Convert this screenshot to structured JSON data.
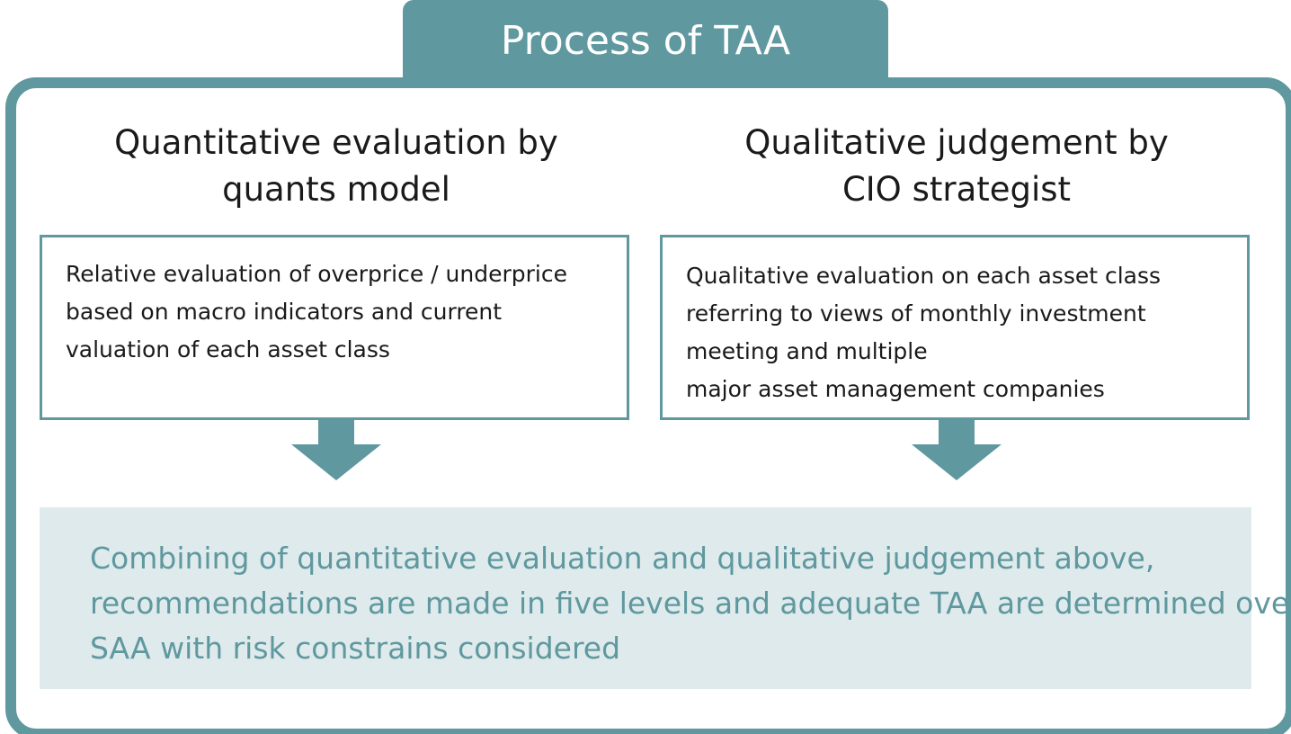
{
  "title": "Process of TAA",
  "left_column": {
    "heading_lines": [
      "Quantitative evaluation by",
      "quants model"
    ],
    "box_lines": [
      "Relative evaluation of overprice / underprice",
      "based on macro indicators and current",
      "valuation of each asset class"
    ]
  },
  "right_column": {
    "heading_lines": [
      "Qualitative judgement by",
      "CIO strategist"
    ],
    "box_lines": [
      "Qualitative evaluation on each asset class",
      "referring to views of monthly investment",
      "meeting and multiple",
      "major asset management companies"
    ]
  },
  "result_lines": [
    "Combining of quantitative evaluation and qualitative judgement above,",
    "recommendations are made in five levels and adequate TAA are determined over",
    "SAA with risk constrains considered"
  ],
  "colors": {
    "accent": "#5f989f",
    "result_background": "#deeaeb",
    "text": "#1a1a1a"
  }
}
